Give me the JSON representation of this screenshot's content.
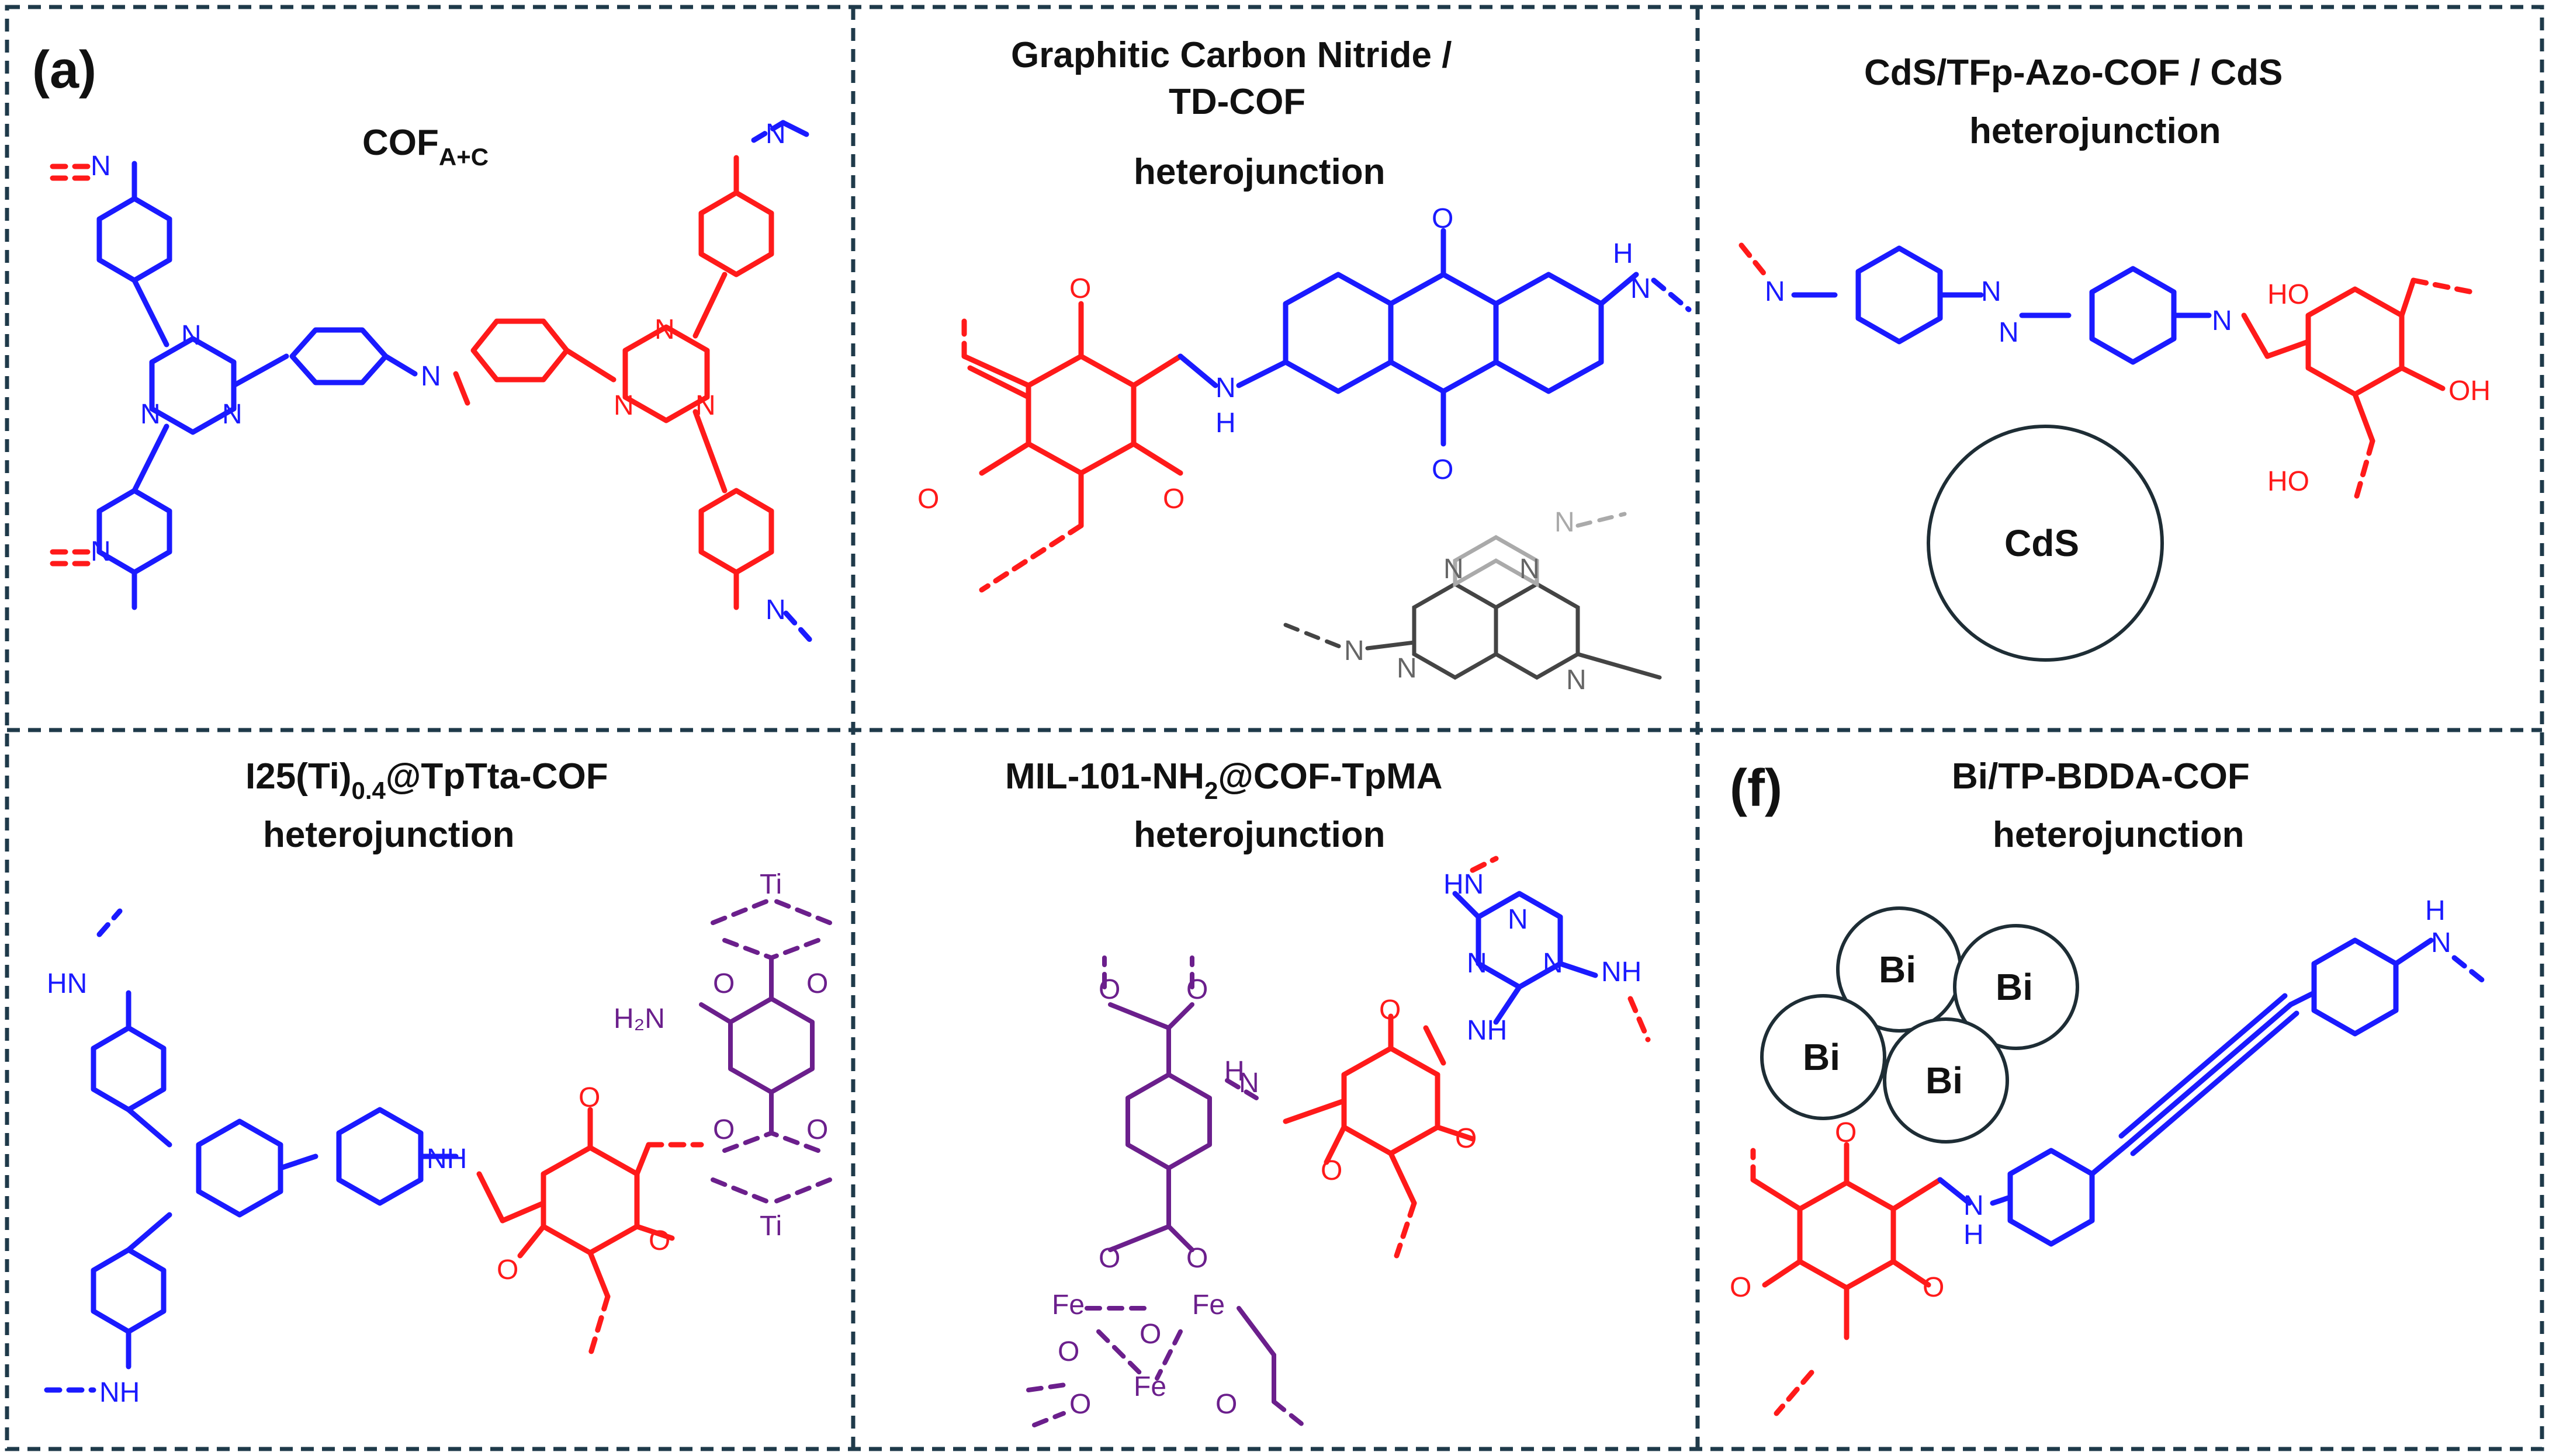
{
  "panels": [
    {
      "label": "(a)",
      "title_lines": [
        "COF",
        "A+C"
      ]
    },
    {
      "label": "",
      "title_lines": [
        "Graphitic Carbon Nitride /",
        "TD-COF",
        "heterojunction"
      ]
    },
    {
      "label": "",
      "title_lines": [
        "CdS/TFp-Azo-COF / CdS",
        "heterojunction"
      ]
    },
    {
      "label": "",
      "title_lines": [
        "I25(Ti)",
        "0.4",
        "@TpTta-COF",
        "heterojunction"
      ]
    },
    {
      "label": "",
      "title_lines": [
        "MIL-101-NH",
        "2",
        "@COF-TpMA",
        "heterojunction"
      ]
    },
    {
      "label": "(f)",
      "title_lines": [
        "Bi/TP-BDDA-COF",
        "heterojunction"
      ]
    }
  ],
  "atoms": {
    "N": "N",
    "NH": "NH",
    "HN": "HN",
    "O": "O",
    "OH": "OH",
    "HO": "HO",
    "H2N": "H₂N",
    "Ti": "Ti",
    "Fe": "Fe",
    "H": "H"
  },
  "particles": {
    "cds": "CdS",
    "bi": "Bi"
  },
  "colors": {
    "blue_moiety": "#1a1aff",
    "red_moiety": "#ff1a1a",
    "purple_moiety": "#6b1f8c",
    "carbon_nitride": "#555555",
    "separator": "#1f3a4a"
  }
}
